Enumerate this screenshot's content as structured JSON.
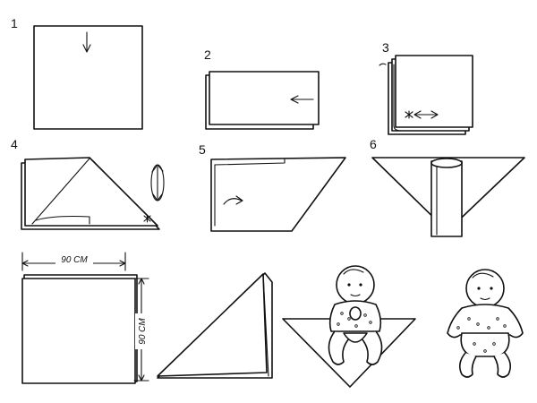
{
  "steps": [
    {
      "label": "1"
    },
    {
      "label": "2"
    },
    {
      "label": "3"
    },
    {
      "label": "4"
    },
    {
      "label": "5"
    },
    {
      "label": "6"
    }
  ],
  "dimensions": {
    "width": "90 CM",
    "height": "90 CM"
  },
  "colors": {
    "ink": "#111111",
    "paper": "#ffffff"
  }
}
